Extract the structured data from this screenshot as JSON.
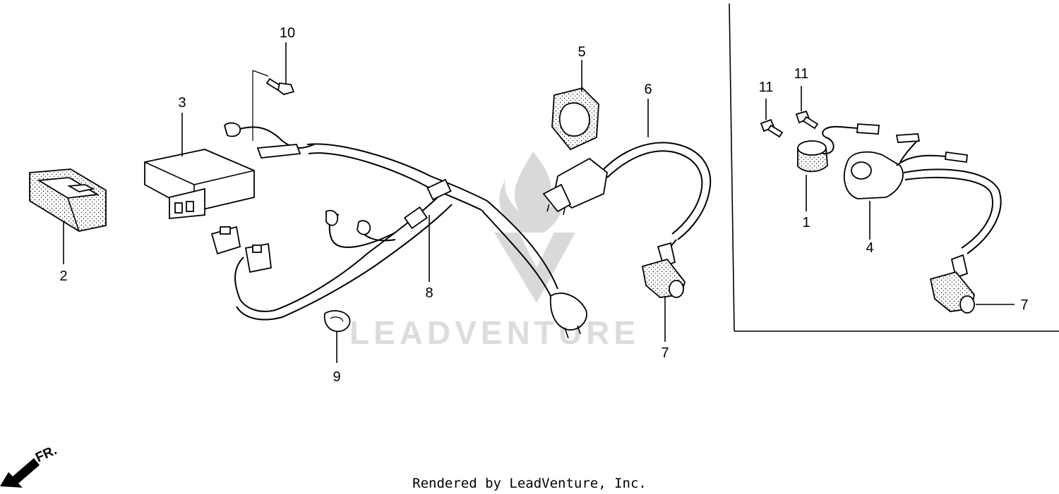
{
  "diagram": {
    "callouts": {
      "c1": "1",
      "c2": "2",
      "c3": "3",
      "c4": "4",
      "c5": "5",
      "c6": "6",
      "c7a": "7",
      "c7b": "7",
      "c8": "8",
      "c9": "9",
      "c10": "10",
      "c11a": "11",
      "c11b": "11"
    },
    "front_label": "FR.",
    "watermark": "LEADVENTURE",
    "footer": "Rendered by LeadVenture, Inc."
  }
}
